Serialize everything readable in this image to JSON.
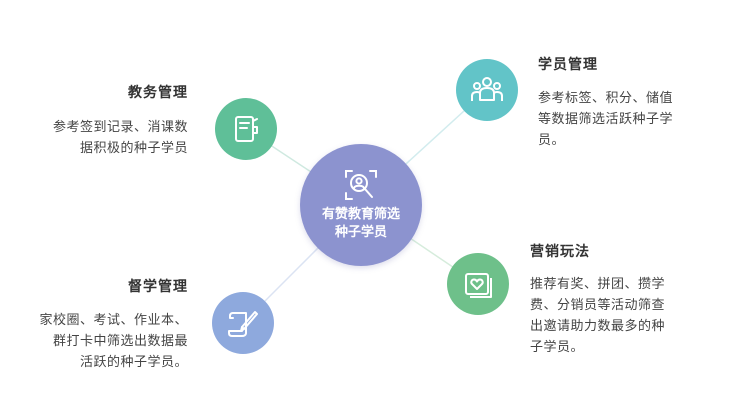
{
  "hub": {
    "lines": [
      "有赞教育筛选",
      "种子学员"
    ],
    "color": "#8c93cf",
    "icon": "search-user-icon"
  },
  "nodes": [
    {
      "id": "jiaowu",
      "title": "教务管理",
      "desc_lines": [
        "参考签到记录、消课数",
        "据积极的种子学员"
      ],
      "color": "#5fbf98",
      "icon": "record-book-icon"
    },
    {
      "id": "xueyuan",
      "title": "学员管理",
      "desc_lines": [
        "参考标签、积分、储值",
        "等数据筛选活跃种子学",
        "员。"
      ],
      "color": "#62c4c8",
      "icon": "user-group-icon"
    },
    {
      "id": "yingxiao",
      "title": "营销玩法",
      "desc_lines": [
        "推荐有奖、拼团、攒学",
        "费、分销员等活动筛查",
        "出邀请助力数最多的种",
        "子学员。"
      ],
      "color": "#6ec08a",
      "icon": "heart-card-icon"
    },
    {
      "id": "duxue",
      "title": "督学管理",
      "desc_lines": [
        "家校圈、考试、作业本、",
        "群打卡中筛选出数据最",
        "活跃的种子学员。"
      ],
      "color": "#8ea9dd",
      "icon": "scroll-pen-icon"
    }
  ]
}
